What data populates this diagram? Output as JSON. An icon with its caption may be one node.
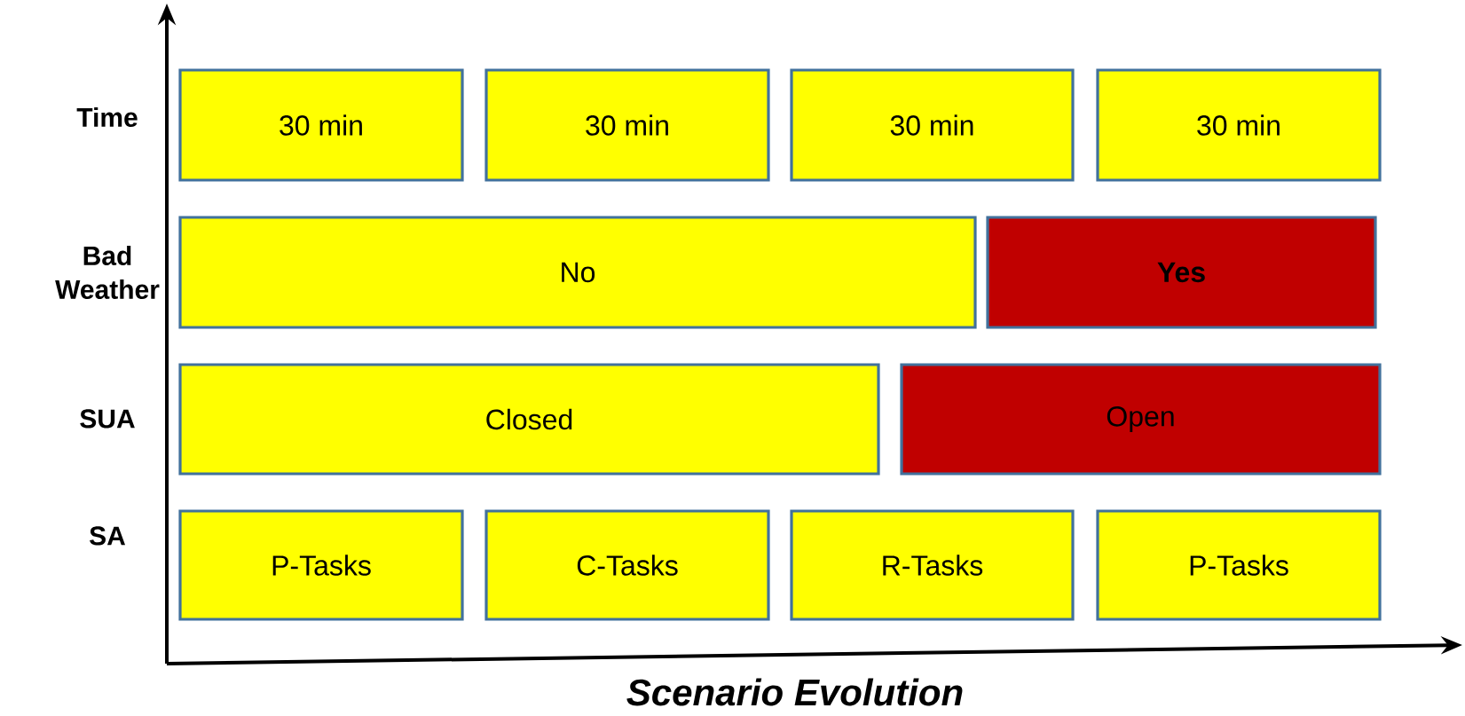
{
  "diagram": {
    "nodes": [
      {
        "text": [
          "30 min"
        ]
      },
      {
        "text": [
          "30 min"
        ]
      },
      {
        "text": [
          "30 min"
        ]
      },
      {
        "text": [
          "30 min"
        ]
      },
      {
        "text": [
          "No"
        ]
      },
      {
        "text": [
          "Yes"
        ]
      },
      {
        "text": [
          "Closed"
        ]
      },
      {
        "text": [
          "Open"
        ]
      },
      {
        "text": [
          "P-Tasks"
        ]
      },
      {
        "text": [
          "C-Tasks"
        ]
      },
      {
        "text": [
          "R-Tasks"
        ]
      },
      {
        "text": [
          "P-Tasks"
        ]
      }
    ],
    "labels": [
      "Time",
      "Bad Weather",
      "SUA",
      "SA",
      "Scenario Evolution"
    ]
  }
}
